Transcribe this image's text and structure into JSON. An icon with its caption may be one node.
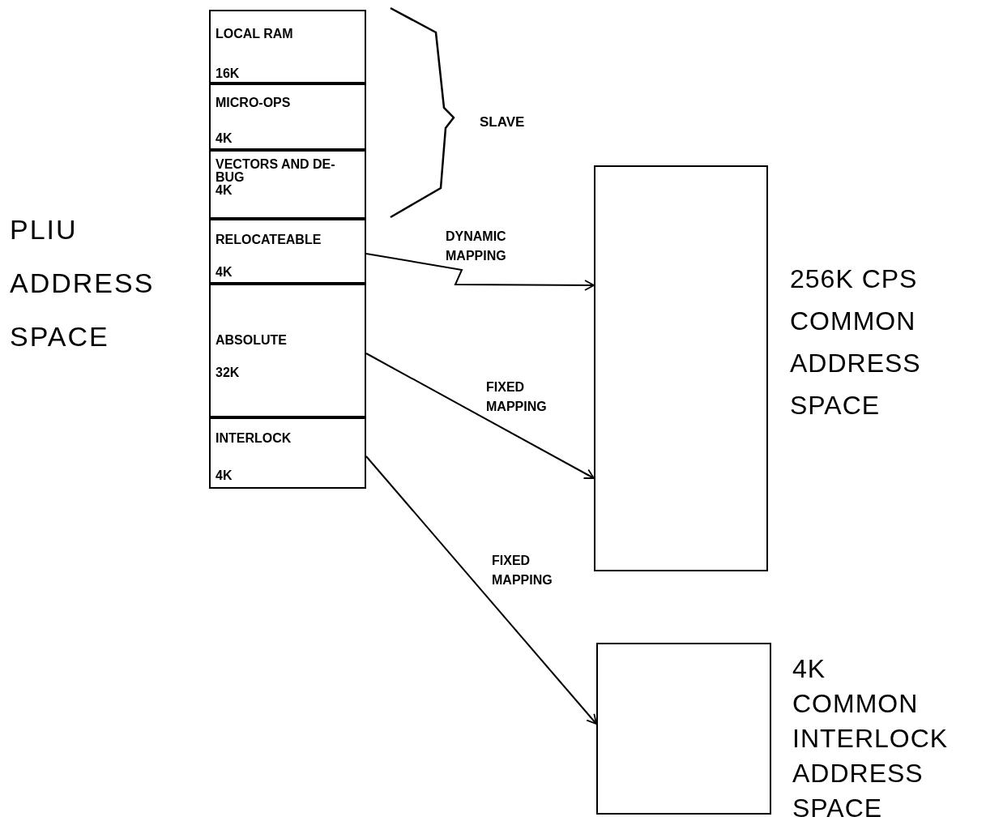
{
  "diagram": {
    "nodes": [
      {
        "text": [
          "LOCAL RAM",
          "16K"
        ]
      },
      {
        "text": [
          "MICRO-OPS",
          "4K"
        ]
      },
      {
        "text": [
          "VECTORS AND DE-BUG",
          "4K"
        ]
      },
      {
        "text": [
          "RELOCATEABLE",
          "4K"
        ]
      },
      {
        "text": [
          "ABSOLUTE",
          "32K"
        ]
      },
      {
        "text": [
          "INTERLOCK",
          "4K"
        ]
      },
      {
        "text": [],
        "shape": "box",
        "beside": [
          "256K CPS COMMON ADDRESS SPACE"
        ]
      },
      {
        "text": [],
        "shape": "box",
        "beside": [
          "4K COMMON INTERLOCK ADDRESS SPACE"
        ]
      }
    ],
    "edges": [
      {
        "from": 3,
        "to": 6,
        "arrow": "to",
        "label": "DYNAMIC MAPPING"
      },
      {
        "from": 4,
        "to": 6,
        "arrow": "to",
        "label": "FIXED MAPPING"
      },
      {
        "from": 5,
        "to": 7,
        "arrow": "to",
        "label": "FIXED MAPPING"
      }
    ],
    "labels": [
      "PLIU ADDRESS SPACE",
      "SLAVE"
    ]
  }
}
